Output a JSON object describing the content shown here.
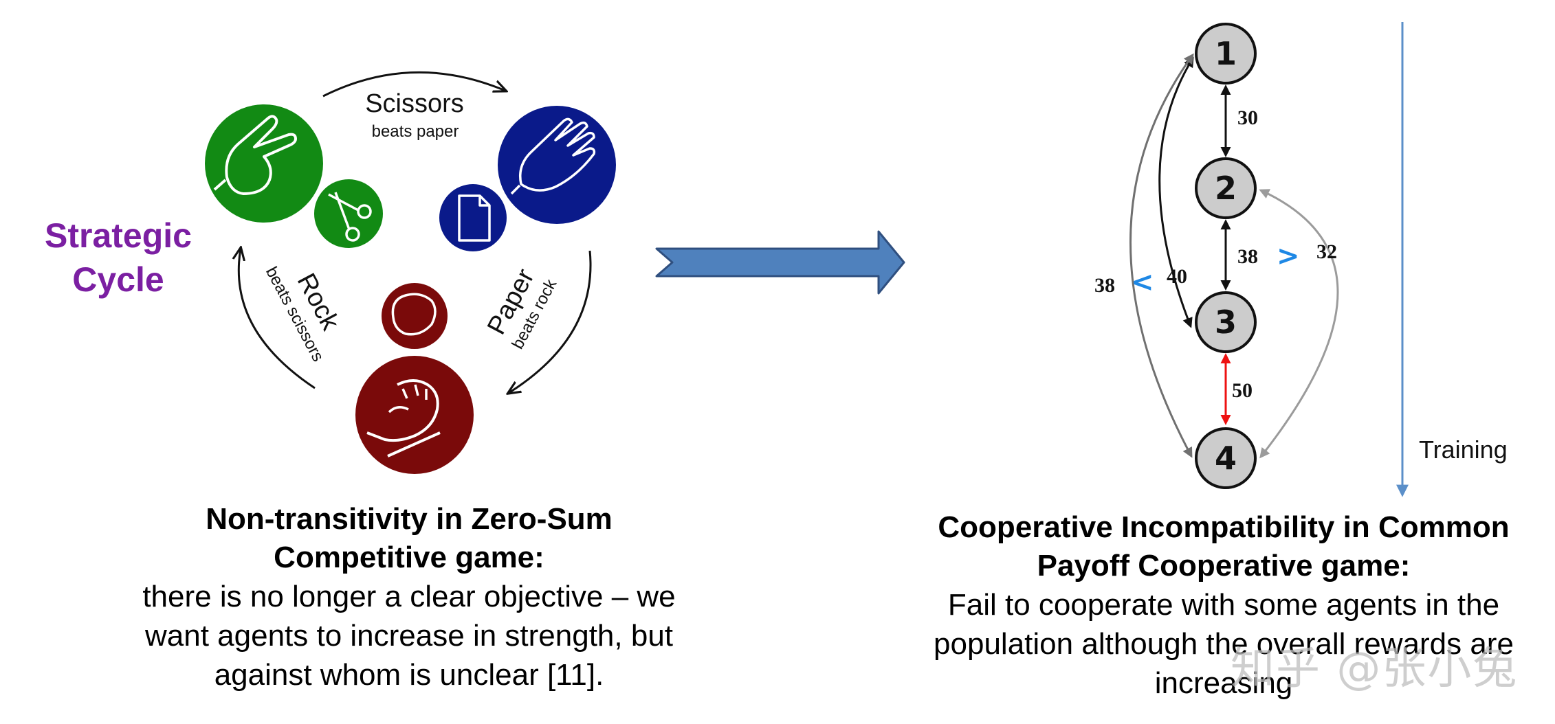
{
  "left_panel": {
    "side_label": [
      "Strategic",
      "Cycle"
    ],
    "scissors": {
      "title": "Scissors",
      "sub": "beats paper"
    },
    "rock": {
      "title": "Rock",
      "sub": "beats scissors"
    },
    "paper": {
      "title": "Paper",
      "sub": "beats rock"
    },
    "caption_title": [
      "Non-transitivity in Zero-Sum",
      "Competitive game:"
    ],
    "caption_body": [
      "there is no longer a clear objective – we",
      "want agents to increase in strength, but",
      "against whom is unclear [11]."
    ]
  },
  "right_panel": {
    "nodes": [
      "1",
      "2",
      "3",
      "4"
    ],
    "edge_labels": {
      "e12": "30",
      "e23": "38",
      "e34": "50",
      "e13": "40",
      "e14": "38",
      "e24": "32"
    },
    "comparisons": {
      "lt": "<",
      "gt": ">"
    },
    "training_label": "Training",
    "caption_title": [
      "Cooperative Incompatibility in Common",
      "Payoff Cooperative game:"
    ],
    "caption_body": [
      "Fail to cooperate with some agents in the",
      "population although the overall rewards are",
      "increasing"
    ]
  },
  "watermark": "知乎 @张小兔",
  "colors": {
    "strategic": "#7b1fa2",
    "green": "#128a14",
    "blue": "#0a1a8a",
    "red": "#7a0a0a",
    "arrow_fill": "#4f81bd",
    "arrow_stroke": "#2f4f7f",
    "node_fill": "#cccccc",
    "gray_edge": "#9b9b9b",
    "dark_gray_edge": "#707070",
    "red_edge": "#ee1111",
    "compare_blue": "#1e88e5",
    "training_line": "#5b8fc9"
  }
}
